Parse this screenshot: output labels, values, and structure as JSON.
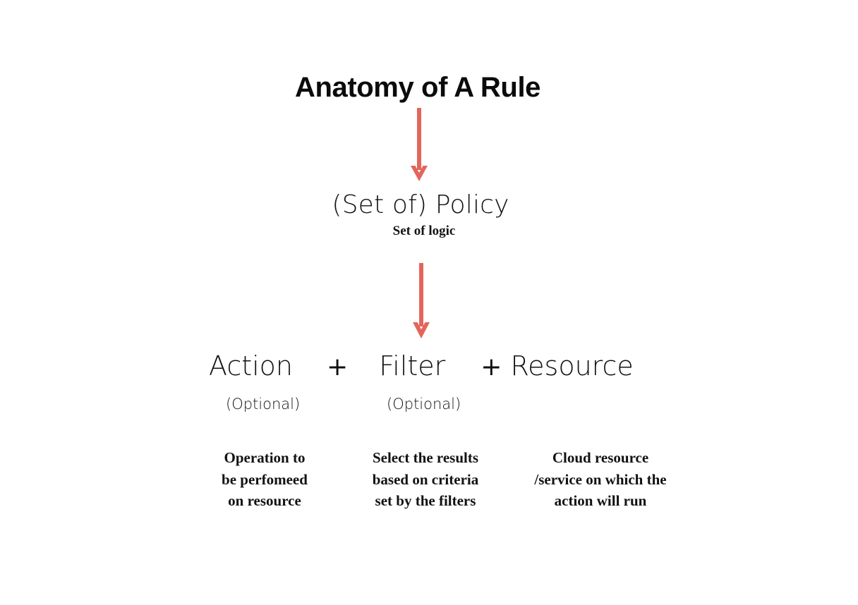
{
  "page": {
    "title": "Anatomy of A Rule",
    "background_color": "#ffffff",
    "text_color": "#121212",
    "accent_color": "#e3655b"
  },
  "diagram": {
    "type": "flow-diagram",
    "title": "Anatomy of A Rule",
    "arrows": [
      {
        "name": "arrow-title-to-policy",
        "direction": "down",
        "color": "#e3655b"
      },
      {
        "name": "arrow-policy-to-formula",
        "direction": "down",
        "color": "#e3655b"
      }
    ],
    "policy": {
      "label": "(Set of) Policy",
      "caption": "Set of logic"
    },
    "formula": {
      "operator": "+",
      "terms": [
        {
          "key": "action",
          "label": "Action",
          "optional_label": "(Optional)",
          "description": [
            "Operation to",
            "be perfomeed",
            "on resource"
          ]
        },
        {
          "key": "filter",
          "label": "Filter",
          "optional_label": "(Optional)",
          "description": [
            "Select the results",
            "based on criteria",
            "set by the filters"
          ]
        },
        {
          "key": "resource",
          "label": "Resource",
          "optional_label": "",
          "description": [
            "Cloud resource",
            "/service on which the",
            "action will run"
          ]
        }
      ]
    }
  }
}
